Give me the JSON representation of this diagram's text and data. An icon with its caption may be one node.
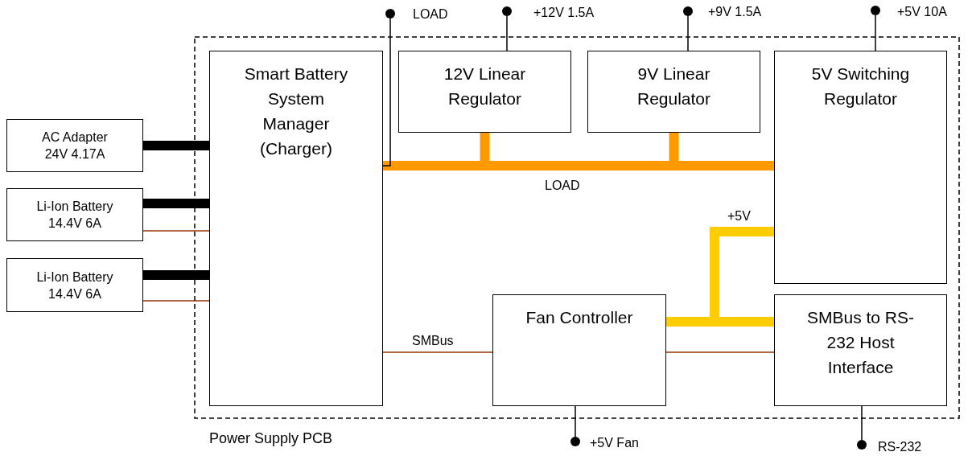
{
  "diagram": {
    "nodes": [
      {
        "text": [
          "Power Supply PCB"
        ]
      },
      {
        "text": [
          "Smart Battery System Manager (Charger)"
        ],
        "in": 0
      },
      {
        "text": [
          "12V Linear Regulator"
        ],
        "in": 0
      },
      {
        "text": [
          "9V Linear Regulator"
        ],
        "in": 0
      },
      {
        "text": [
          "5V Switching Regulator"
        ],
        "in": 0
      },
      {
        "text": [
          "Fan Controller"
        ],
        "in": 0
      },
      {
        "text": [
          "SMBus to RS-232 Host Interface"
        ],
        "in": 0
      },
      {
        "text": [
          "AC Adapter 24V 4.17A"
        ]
      },
      {
        "text": [
          "Li-Ion Battery 14.4V 6A"
        ]
      },
      {
        "text": [
          "Li-Ion Battery 14.4V 6A"
        ]
      },
      {
        "text": [],
        "shape": "circle",
        "beside": [
          "LOAD"
        ]
      },
      {
        "text": [],
        "shape": "circle",
        "beside": [
          "+12V 1.5A"
        ]
      },
      {
        "text": [],
        "shape": "circle",
        "beside": [
          "+9V 1.5A"
        ]
      },
      {
        "text": [],
        "shape": "circle",
        "beside": [
          "+5V 10A"
        ]
      },
      {
        "text": [],
        "shape": "circle",
        "beside": [
          "+5V Fan"
        ]
      },
      {
        "text": [],
        "shape": "circle",
        "beside": [
          "RS-232"
        ]
      }
    ],
    "edges": [
      {
        "from": 7,
        "to": 1,
        "arrow": "none",
        "style": "thick"
      },
      {
        "from": 8,
        "to": 1,
        "arrow": "none",
        "style": "thick"
      },
      {
        "from": 8,
        "to": 1,
        "arrow": "none",
        "color": "#993300"
      },
      {
        "from": 9,
        "to": 1,
        "arrow": "none",
        "style": "thick"
      },
      {
        "from": 9,
        "to": 1,
        "arrow": "none",
        "color": "#993300"
      },
      {
        "from": 1,
        "to": 2,
        "arrow": "none",
        "style": "thick",
        "color": "#ff9900"
      },
      {
        "from": 1,
        "to": 3,
        "arrow": "none",
        "style": "thick",
        "color": "#ff9900"
      },
      {
        "from": 1,
        "to": 4,
        "arrow": "none",
        "style": "thick",
        "color": "#ff9900",
        "label": "LOAD"
      },
      {
        "from": 10,
        "to": 1,
        "arrow": "none"
      },
      {
        "from": 2,
        "to": 11,
        "arrow": "none"
      },
      {
        "from": 3,
        "to": 12,
        "arrow": "none"
      },
      {
        "from": 4,
        "to": 13,
        "arrow": "none"
      },
      {
        "from": 4,
        "to": 5,
        "arrow": "none",
        "style": "thick",
        "color": "#ffcc00",
        "label": "+5V"
      },
      {
        "from": 4,
        "to": 6,
        "arrow": "none",
        "style": "thick",
        "color": "#ffcc00"
      },
      {
        "from": 1,
        "to": 5,
        "arrow": "none",
        "color": "#993300",
        "label": "SMBus"
      },
      {
        "from": 5,
        "to": 6,
        "arrow": "none",
        "color": "#993300"
      },
      {
        "from": 5,
        "to": 14,
        "arrow": "none"
      },
      {
        "from": 6,
        "to": 15,
        "arrow": "none"
      }
    ]
  }
}
